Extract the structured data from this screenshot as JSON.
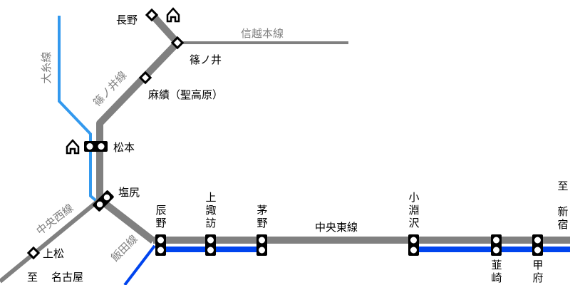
{
  "colors": {
    "main_line": "#808080",
    "blue_line": "#0044ee",
    "light_blue_line": "#3399ee",
    "station_fill": "#ffffff",
    "station_border": "#000000"
  },
  "icons": {
    "junction_station": "house-outline-icon"
  },
  "lines": {
    "shinetsu": "信越本線",
    "shinonoi": "篠ノ井線",
    "oito": "大糸線",
    "chuo_west": "中央西線",
    "iida": "飯田線",
    "chuo_east": "中央東線"
  },
  "stations": {
    "nagano": "長野",
    "shinonoi": "篠ノ井",
    "obasute": "麻績（聖高原）",
    "matsumoto": "松本",
    "shiojiri": "塩尻",
    "kamimatsu": "上松",
    "tatsuno_1": "辰",
    "tatsuno_2": "野",
    "kamisuwa_1": "上",
    "kamisuwa_2": "諏",
    "kamisuwa_3": "訪",
    "chino_1": "茅",
    "chino_2": "野",
    "kobuchizawa_1": "小",
    "kobuchizawa_2": "淵",
    "kobuchizawa_3": "沢",
    "nirasaki_1": "韮",
    "nirasaki_2": "崎",
    "kofu_1": "甲",
    "kofu_2": "府"
  },
  "destinations": {
    "nagoya_to": "至",
    "nagoya": "名古屋",
    "shinjuku_to": "至",
    "shinjuku_1": "新",
    "shinjuku_2": "宿"
  }
}
